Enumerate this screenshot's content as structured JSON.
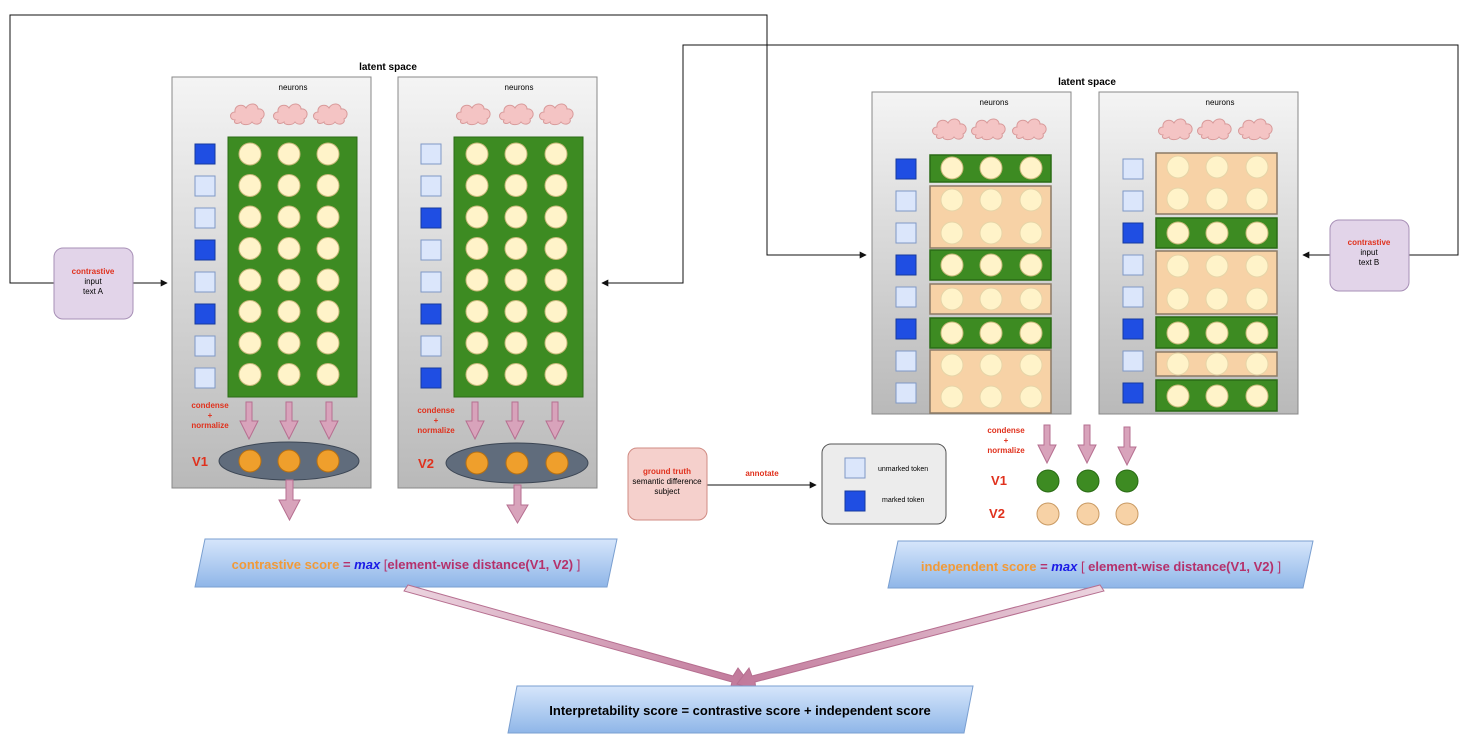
{
  "colors": {
    "red_text": "#e0311d",
    "orange_text": "#f19a38",
    "blue_text": "#1a1ae6",
    "magenta_text": "#b5316b",
    "green_band": "#3d8b22",
    "peach_band": "#f7d2a6",
    "neuron": "#fff3c9",
    "marked_token": "#1f4ee3",
    "unmarked_token": "#dbe6fb",
    "orange_neuron": "#ef9f2c",
    "cloud": "#f4c4c4",
    "arrow_pink": "#c47a9c",
    "input_box": "#e2d4e9",
    "ground_truth_box": "#f5d0cc"
  },
  "left_group": {
    "title": "latent space",
    "panel_a": {
      "neurons_label": "neurons"
    },
    "panel_b": {
      "neurons_label": "neurons"
    },
    "condense_a": [
      "condense",
      "+",
      "normalize"
    ],
    "condense_b": [
      "condense",
      "+",
      "normalize"
    ],
    "v1_label": "V1",
    "v2_label": "V2",
    "tokens_a": [
      true,
      false,
      false,
      true,
      false,
      true,
      false,
      false
    ],
    "tokens_b": [
      false,
      false,
      true,
      false,
      false,
      true,
      false,
      true
    ]
  },
  "right_group": {
    "title": "latent space",
    "panel_a": {
      "neurons_label": "neurons"
    },
    "panel_b": {
      "neurons_label": "neurons"
    },
    "condense": [
      "condense",
      "+",
      "normalize"
    ],
    "v1_label": "V1",
    "v2_label": "V2",
    "tokens_a": [
      true,
      false,
      false,
      true,
      false,
      true,
      false,
      false
    ],
    "tokens_b": [
      false,
      false,
      true,
      false,
      false,
      true,
      false,
      true
    ]
  },
  "input_a": {
    "emph": "contrastive",
    "line2": "input",
    "line3": "text A"
  },
  "input_b": {
    "emph": "contrastive",
    "line2": "input",
    "line3": "text B"
  },
  "ground_truth": {
    "emph": "ground truth",
    "line2": "semantic difference",
    "line3": "subject"
  },
  "annotate_label": "annotate",
  "legend": {
    "unmarked": "unmarked token",
    "marked": "marked token"
  },
  "contrastive_formula": {
    "name": "contrastive score",
    "eq": " = ",
    "max": "max",
    "open": " [",
    "body": "element-wise distance(V1, V2)",
    "close": " ]"
  },
  "independent_formula": {
    "name": "independent score",
    "eq": " = ",
    "max": "max",
    "open": " [ ",
    "body": "element-wise distance(V1, V2)",
    "close": " ]"
  },
  "final_formula": "Interpretability score = contrastive score + independent score"
}
